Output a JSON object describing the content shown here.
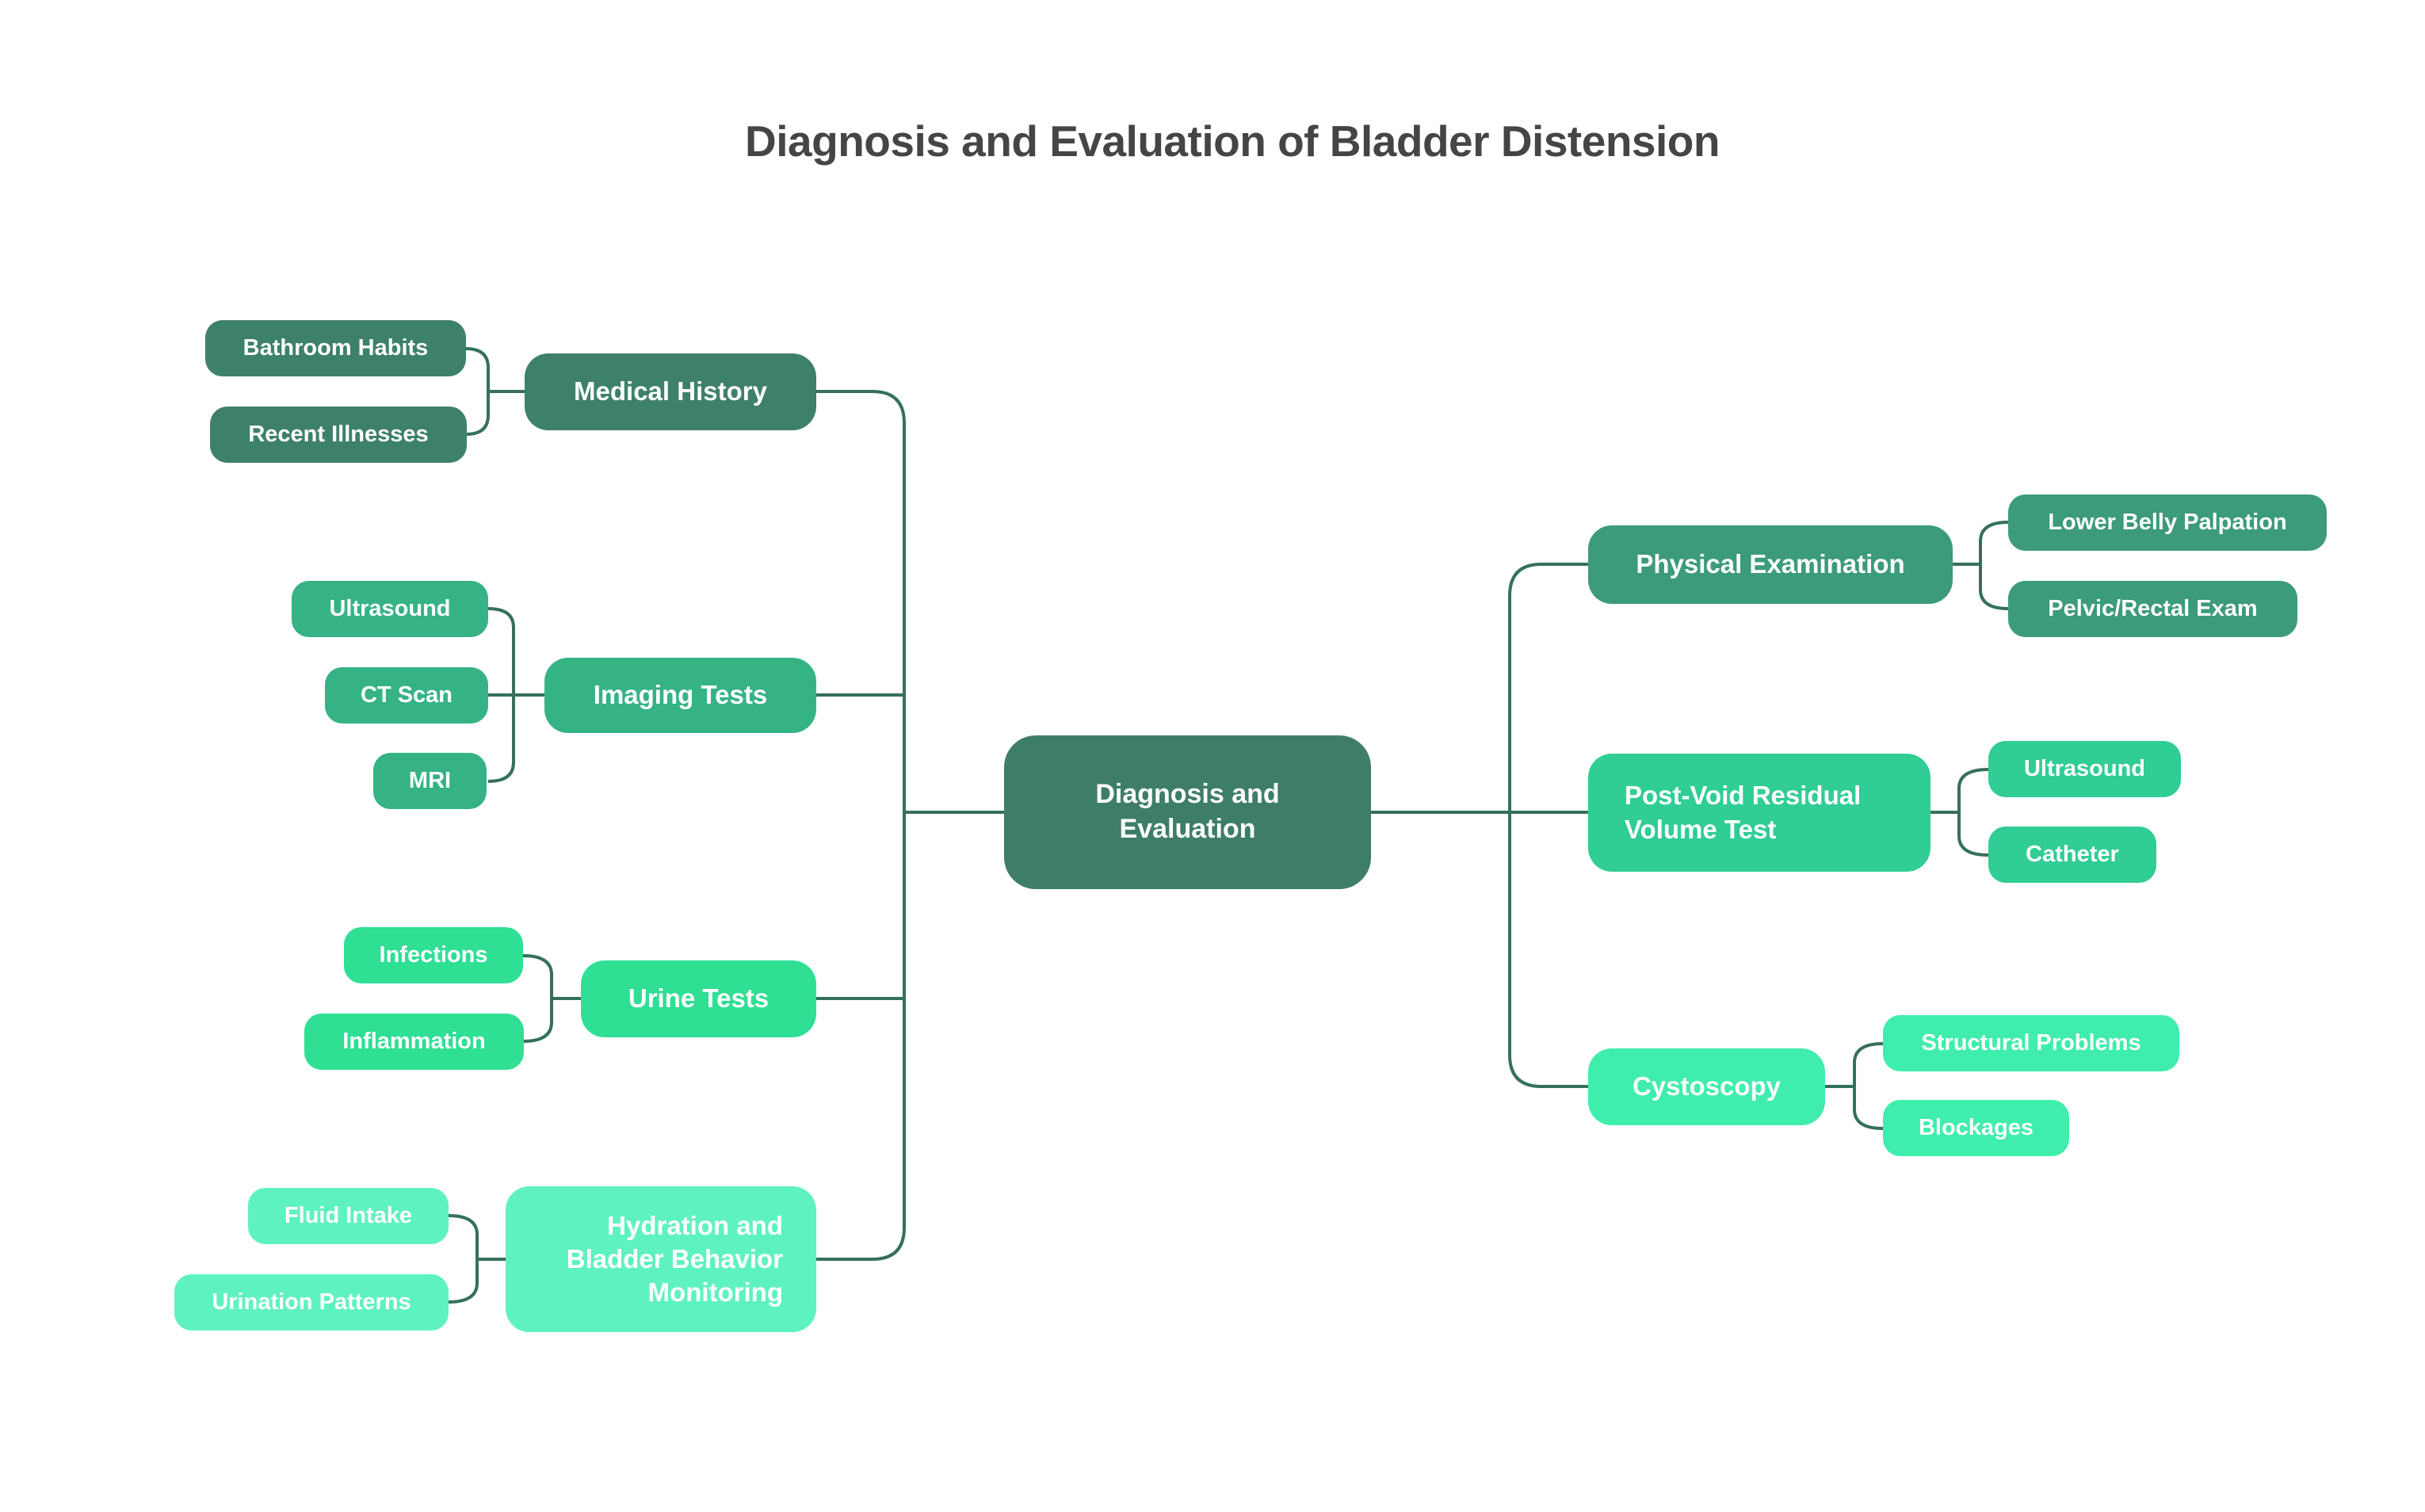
{
  "title": "Diagnosis and Evaluation of Bladder Distension",
  "palette": {
    "background": "#FFFFFF",
    "title_text": "#454545",
    "node_text": "#FFFFFF",
    "connector": "#35705C",
    "center": "#3E7E68"
  },
  "center": {
    "label": "Diagnosis and\nEvaluation"
  },
  "branches": [
    {
      "label": "Medical History",
      "side": "left",
      "color": "#3E8169",
      "children": [
        {
          "label": "Bathroom Habits"
        },
        {
          "label": "Recent Illnesses"
        }
      ]
    },
    {
      "label": "Physical Examination",
      "side": "right",
      "color": "#3C9B79",
      "children": [
        {
          "label": "Lower Belly Palpation"
        },
        {
          "label": "Pelvic/Rectal Exam"
        }
      ]
    },
    {
      "label": "Imaging Tests",
      "side": "left",
      "color": "#35B385",
      "children": [
        {
          "label": "Ultrasound"
        },
        {
          "label": "CT Scan"
        },
        {
          "label": "MRI"
        }
      ]
    },
    {
      "label": "Post-Void Residual\nVolume Test",
      "side": "right",
      "color": "#30CD94",
      "children": [
        {
          "label": "Ultrasound"
        },
        {
          "label": "Catheter"
        }
      ]
    },
    {
      "label": "Urine Tests",
      "side": "left",
      "color": "#2EDF94",
      "children": [
        {
          "label": "Infections"
        },
        {
          "label": "Inflammation"
        }
      ]
    },
    {
      "label": "Cystoscopy",
      "side": "right",
      "color": "#3FEDAC",
      "children": [
        {
          "label": "Structural Problems"
        },
        {
          "label": "Blockages"
        }
      ]
    },
    {
      "label": "Hydration and\nBladder Behavior\nMonitoring",
      "side": "left",
      "color": "#5FF2C1",
      "children": [
        {
          "label": "Fluid Intake"
        },
        {
          "label": "Urination Patterns"
        }
      ]
    }
  ]
}
